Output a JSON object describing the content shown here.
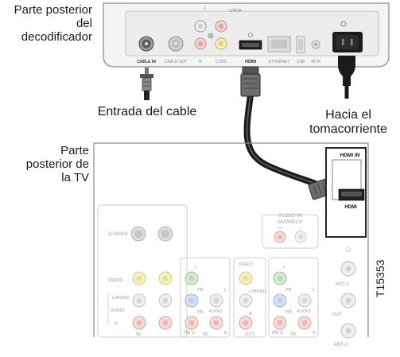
{
  "captions": {
    "decoder_back": "Parte posterior del decodificador",
    "cable_input": "Entrada del cable",
    "outlet": "Hacia el tomacorriente",
    "tv_back": "Parte posterior de la TV",
    "figure_id": "T15353"
  },
  "decoder_ports": {
    "cable_in": "CABLE IN",
    "cable_out": "CABLE OUT",
    "r": "R",
    "l": "L",
    "cvbs": "CVBS",
    "spdif": "S/PDIF",
    "hdmi": "HDMI",
    "ethernet": "ETHERNET",
    "usb": "USB",
    "ir_in": "IR IN"
  },
  "tv_panel": {
    "hdmi_in": "HDMI IN",
    "hdmi_logo": "HDMI",
    "audio_in_line1": "AUDIO IN",
    "audio_in_line2": "DVI/HDCP",
    "audio_r": "R",
    "audio_l": "L",
    "s_video": "S-VIDEO",
    "video": "VIDEO",
    "l_mono": "L/MONO",
    "audio": "AUDIO",
    "r": "R",
    "y": "Y",
    "pb": "PB",
    "pr": "PR",
    "l": "L",
    "hd1": "HD 1",
    "hd2": "HD 2",
    "in": "IN",
    "out": "OUT",
    "omega": "Ω",
    "ant1": "ANT-1",
    "ant_out": "OUT",
    "ant2": "ANT-2"
  }
}
